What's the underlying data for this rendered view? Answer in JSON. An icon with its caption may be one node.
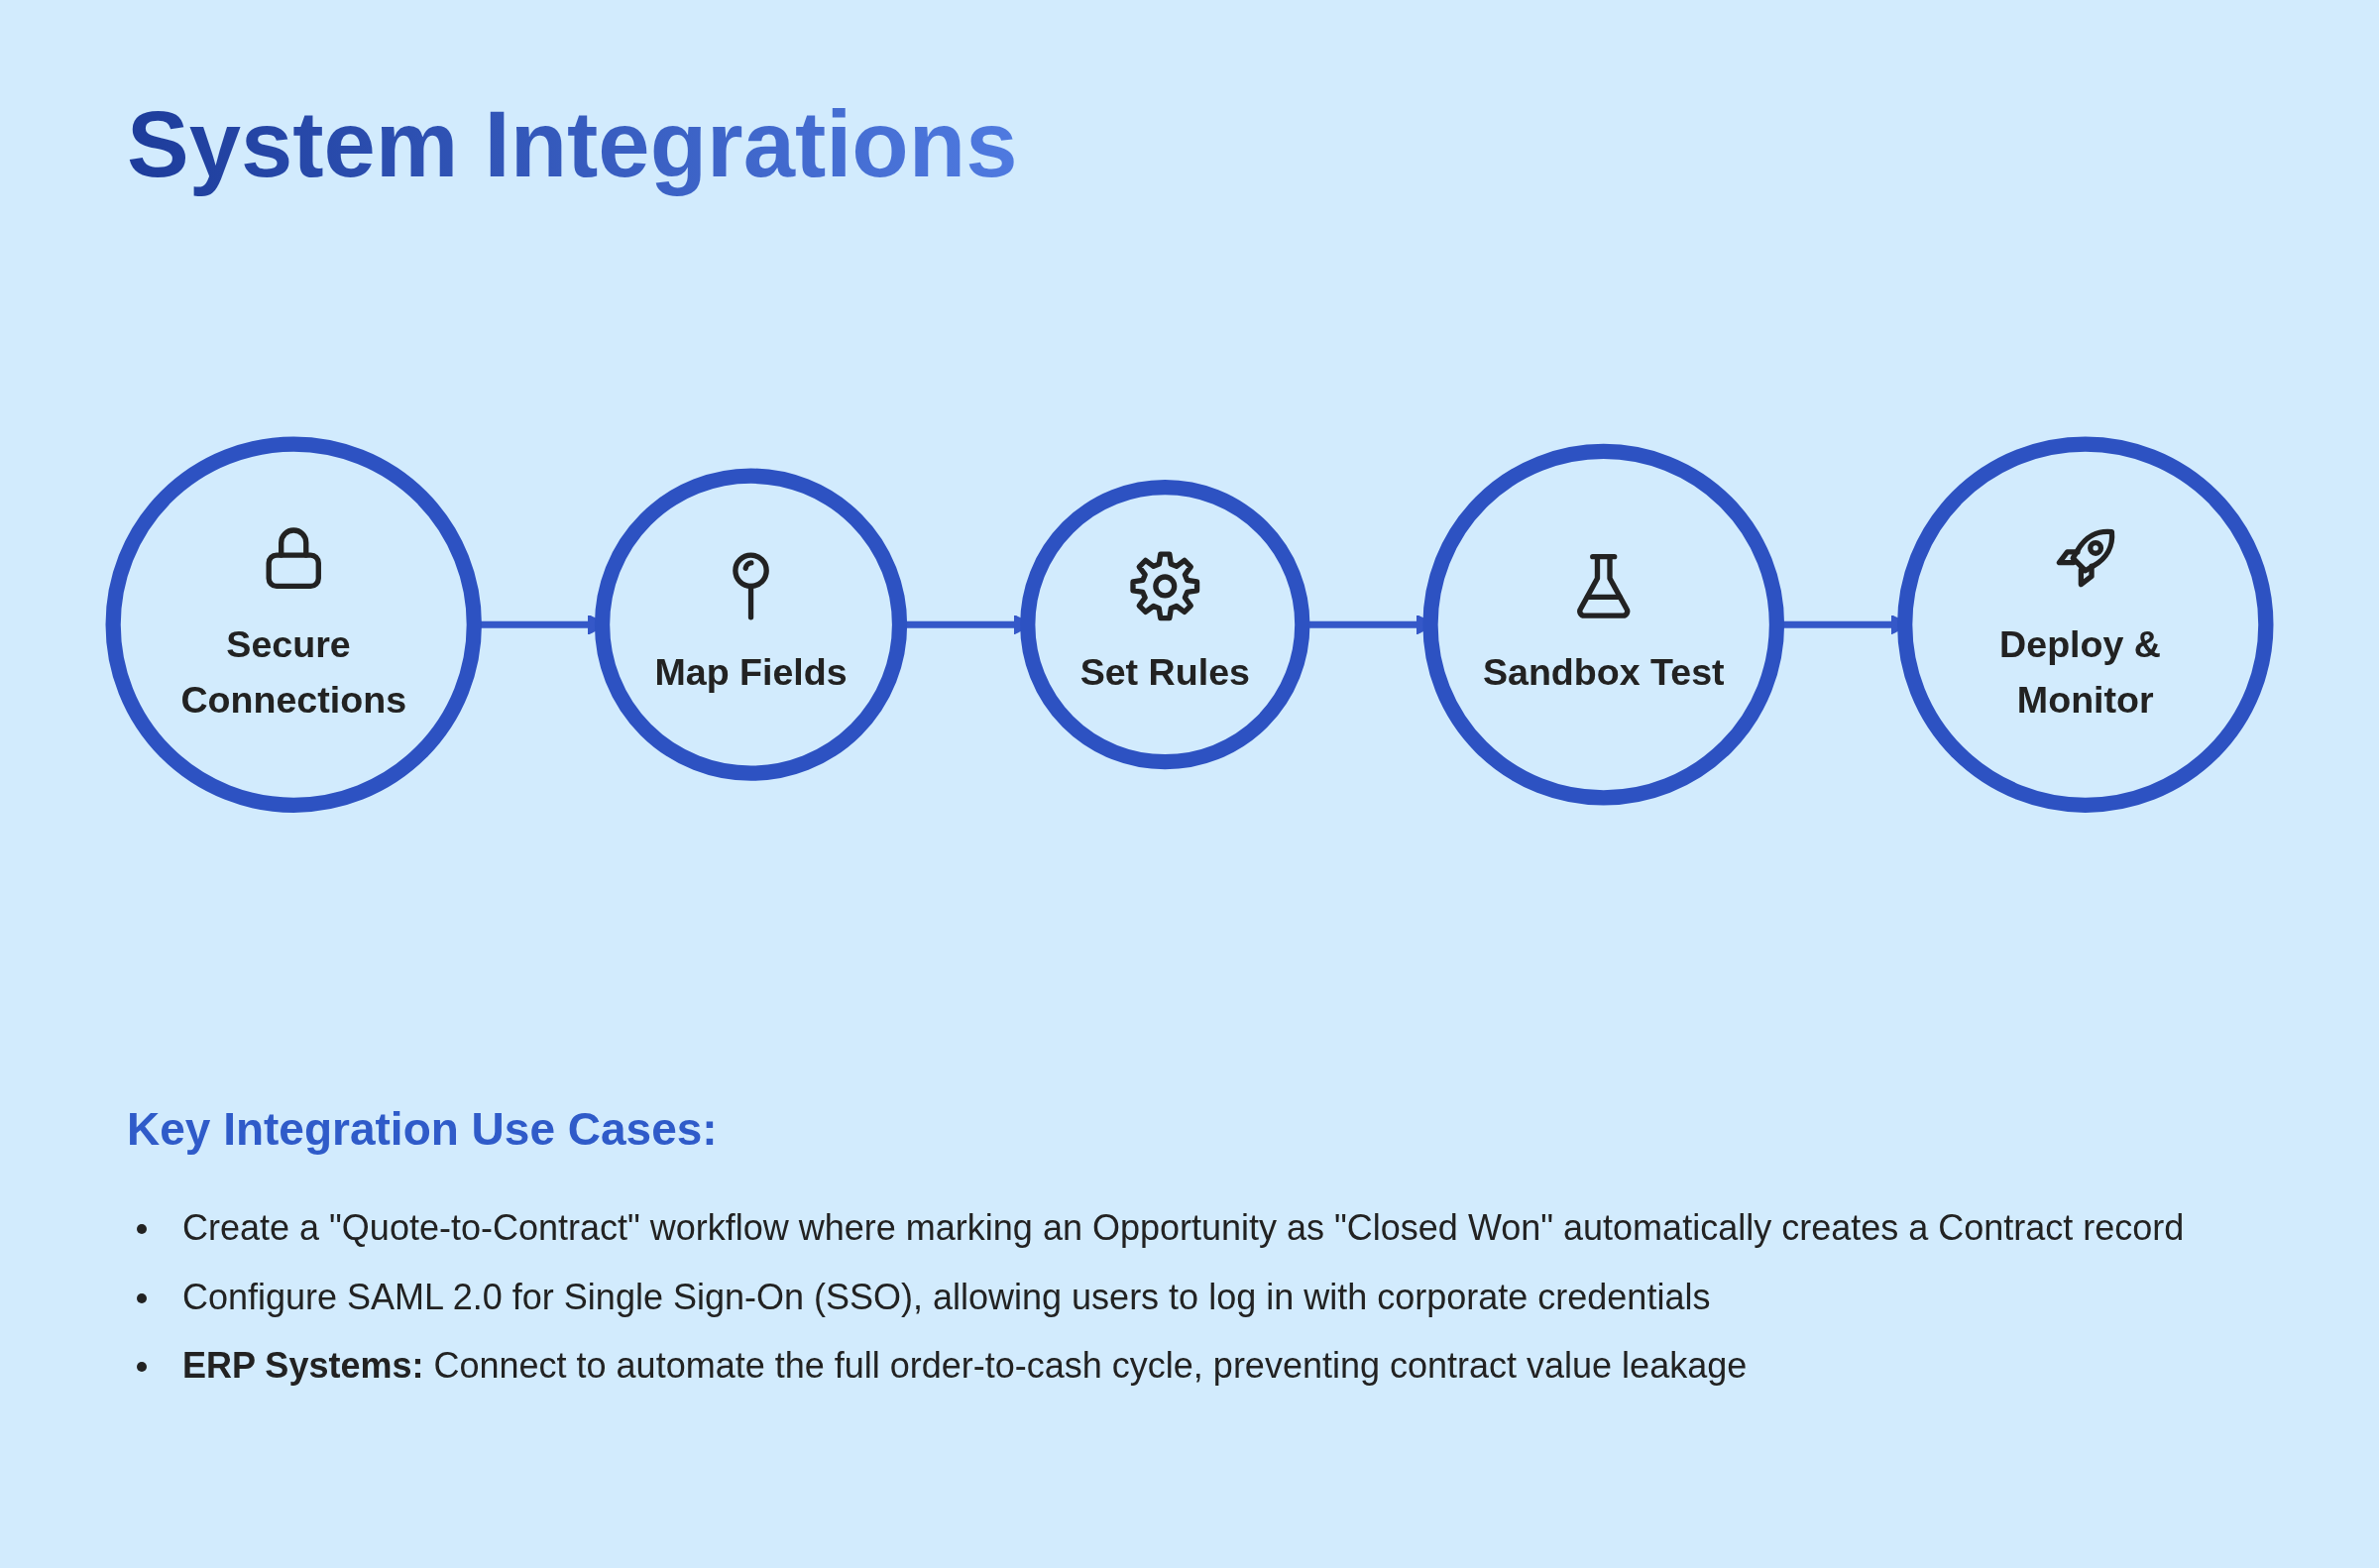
{
  "diagram": {
    "title": "System Integrations",
    "nodes": [
      {
        "text": [
          "Secure Connections"
        ]
      },
      {
        "text": [
          "Map Fields"
        ]
      },
      {
        "text": [
          "Set Rules"
        ]
      },
      {
        "text": [
          "Sandbox Test"
        ]
      },
      {
        "text": [
          "Deploy & Monitor"
        ]
      }
    ],
    "edges": [
      {
        "from": 0,
        "to": 1,
        "arrow": "to"
      },
      {
        "from": 1,
        "to": 2,
        "arrow": "to"
      },
      {
        "from": 2,
        "to": 3,
        "arrow": "to"
      },
      {
        "from": 3,
        "to": 4,
        "arrow": "to"
      }
    ],
    "labels": [
      "Key Integration Use Cases:",
      "Create a \"Quote-to-Contract\" workflow where marking an Opportunity as \"Closed Won\" automatically creates a Contract record",
      "Configure SAML 2.0 for Single Sign-On (SSO), allowing users to log in with corporate credentials",
      "**ERP Systems:** Connect to automate the full order-to-cash cycle, preventing contract value leakage"
    ]
  }
}
